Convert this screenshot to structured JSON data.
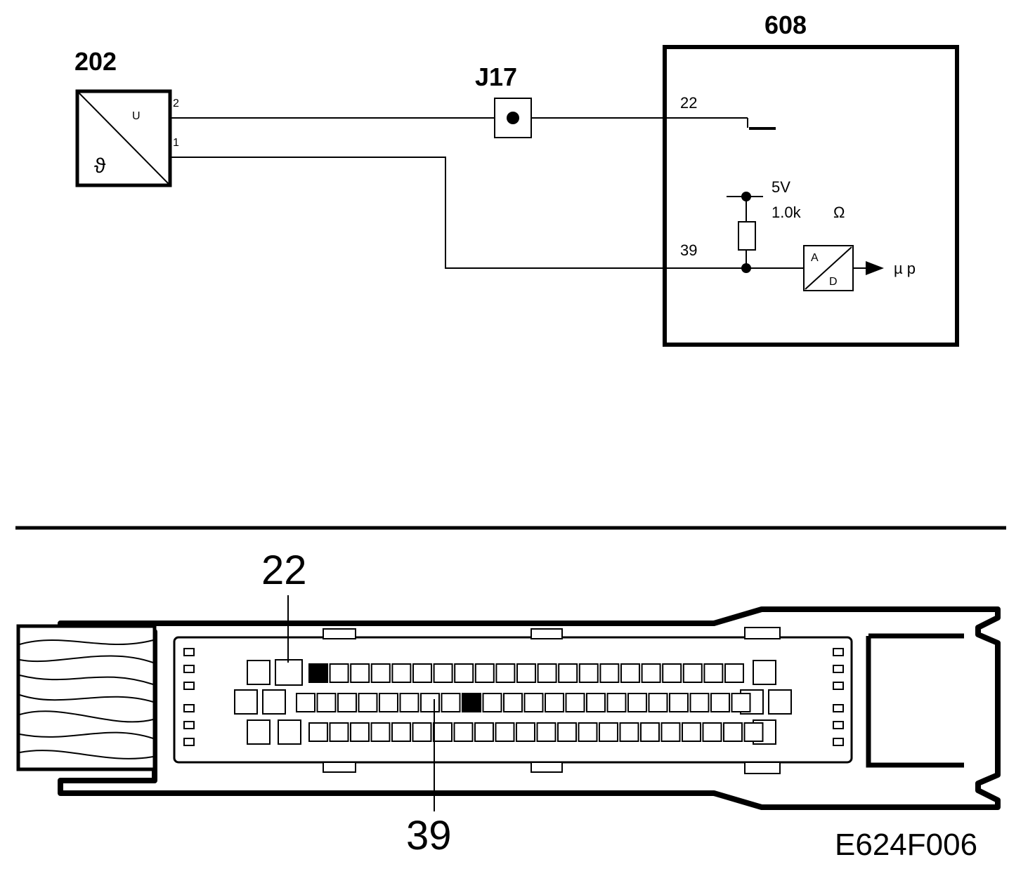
{
  "schematic": {
    "sensor": {
      "id": "202",
      "pin_top": "2",
      "pin_bottom": "1",
      "symbol_u": "U",
      "symbol_theta": "ϑ"
    },
    "junction": {
      "id": "J17"
    },
    "ecu": {
      "id": "608",
      "pin_ground": "22",
      "pin_signal": "39",
      "supply": "5V",
      "resistor": "1.0k",
      "resistor_unit": "Ω",
      "adc_in": "A",
      "adc_out": "D",
      "output": "µ p"
    }
  },
  "connector": {
    "callout_top": "22",
    "callout_bottom": "39",
    "rows": [
      {
        "pins": 22,
        "highlighted_index": 1
      },
      {
        "pins": 22,
        "highlighted_index": 8
      },
      {
        "pins": 22,
        "highlighted_index": -1
      }
    ]
  },
  "figure_code": "E624F006",
  "colors": {
    "ink": "#000000",
    "paper": "#ffffff"
  }
}
